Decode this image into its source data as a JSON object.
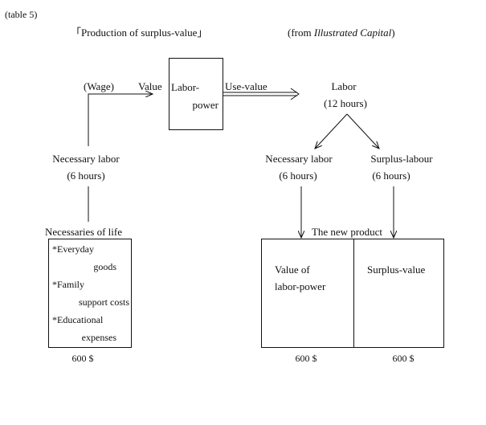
{
  "table_label": "(table 5)",
  "title": "「Production of surplus-value」",
  "source": {
    "prefix": "(from ",
    "title": "Illustrated Capital",
    "suffix": ")"
  },
  "left": {
    "wage": "(Wage)",
    "value": "Value",
    "necessary_labor": "Necessary labor",
    "necessary_hours": "(6 hours)",
    "necessaries_title": "Necessaries of life",
    "items": [
      "*Everyday",
      "goods",
      "*Family",
      "support costs",
      "*Educational",
      "expenses"
    ],
    "cost": "600 $"
  },
  "center": {
    "labor_power_1": "Labor-",
    "labor_power_2": "power",
    "use_value": "Use-value"
  },
  "right": {
    "labor": "Labor",
    "labor_hours": "(12 hours)",
    "necessary_labor": "Necessary labor",
    "necessary_hours": "(6 hours)",
    "surplus_labour": "Surplus-labour",
    "surplus_hours": "(6 hours)",
    "new_product": "The new product",
    "value_of_1": "Value of",
    "value_of_2": "labor-power",
    "surplus_value": "Surplus-value",
    "cost_left": "600 $",
    "cost_right": "600 $"
  },
  "colors": {
    "ink": "#111111",
    "background": "#ffffff"
  }
}
